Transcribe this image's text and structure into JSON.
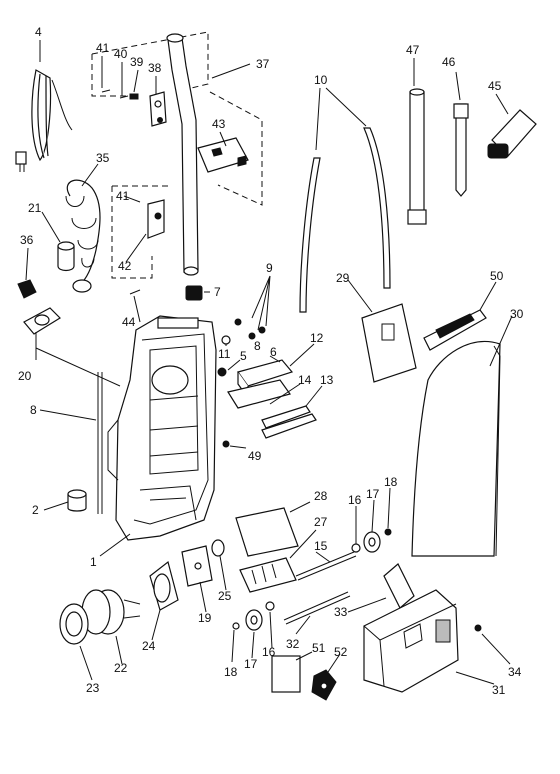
{
  "diagram": {
    "labels": [
      {
        "id": "l4",
        "text": "4"
      },
      {
        "id": "l41a",
        "text": "41"
      },
      {
        "id": "l40",
        "text": "40"
      },
      {
        "id": "l39",
        "text": "39"
      },
      {
        "id": "l38a",
        "text": "38"
      },
      {
        "id": "l37",
        "text": "37"
      },
      {
        "id": "l10",
        "text": "10"
      },
      {
        "id": "l47",
        "text": "47"
      },
      {
        "id": "l46",
        "text": "46"
      },
      {
        "id": "l45",
        "text": "45"
      },
      {
        "id": "l43",
        "text": "43"
      },
      {
        "id": "l35",
        "text": "35"
      },
      {
        "id": "l21",
        "text": "21"
      },
      {
        "id": "l41b",
        "text": "41"
      },
      {
        "id": "l42",
        "text": "42"
      },
      {
        "id": "l36",
        "text": "36"
      },
      {
        "id": "l9",
        "text": "9"
      },
      {
        "id": "l29",
        "text": "29"
      },
      {
        "id": "l50",
        "text": "50"
      },
      {
        "id": "l30",
        "text": "30"
      },
      {
        "id": "l44",
        "text": "44"
      },
      {
        "id": "l7",
        "text": "7"
      },
      {
        "id": "l11",
        "text": "11"
      },
      {
        "id": "l5",
        "text": "5"
      },
      {
        "id": "l8b",
        "text": "8"
      },
      {
        "id": "l6",
        "text": "6"
      },
      {
        "id": "l12",
        "text": "12"
      },
      {
        "id": "l20",
        "text": "20"
      },
      {
        "id": "l14",
        "text": "14"
      },
      {
        "id": "l13",
        "text": "13"
      },
      {
        "id": "l8",
        "text": "8"
      },
      {
        "id": "l49",
        "text": "49"
      },
      {
        "id": "l28",
        "text": "28"
      },
      {
        "id": "l16a",
        "text": "16"
      },
      {
        "id": "l17a",
        "text": "17"
      },
      {
        "id": "l18a",
        "text": "18"
      },
      {
        "id": "l2",
        "text": "2"
      },
      {
        "id": "l27",
        "text": "27"
      },
      {
        "id": "l15",
        "text": "15"
      },
      {
        "id": "l1",
        "text": "1"
      },
      {
        "id": "l25",
        "text": "25"
      },
      {
        "id": "l19",
        "text": "19"
      },
      {
        "id": "l33",
        "text": "33"
      },
      {
        "id": "l24",
        "text": "24"
      },
      {
        "id": "l32",
        "text": "32"
      },
      {
        "id": "l18b",
        "text": "18"
      },
      {
        "id": "l17b",
        "text": "17"
      },
      {
        "id": "l16b",
        "text": "16"
      },
      {
        "id": "l51",
        "text": "51"
      },
      {
        "id": "l52",
        "text": "52"
      },
      {
        "id": "l34",
        "text": "34"
      },
      {
        "id": "l22",
        "text": "22"
      },
      {
        "id": "l23",
        "text": "23"
      },
      {
        "id": "l31",
        "text": "31"
      }
    ]
  }
}
